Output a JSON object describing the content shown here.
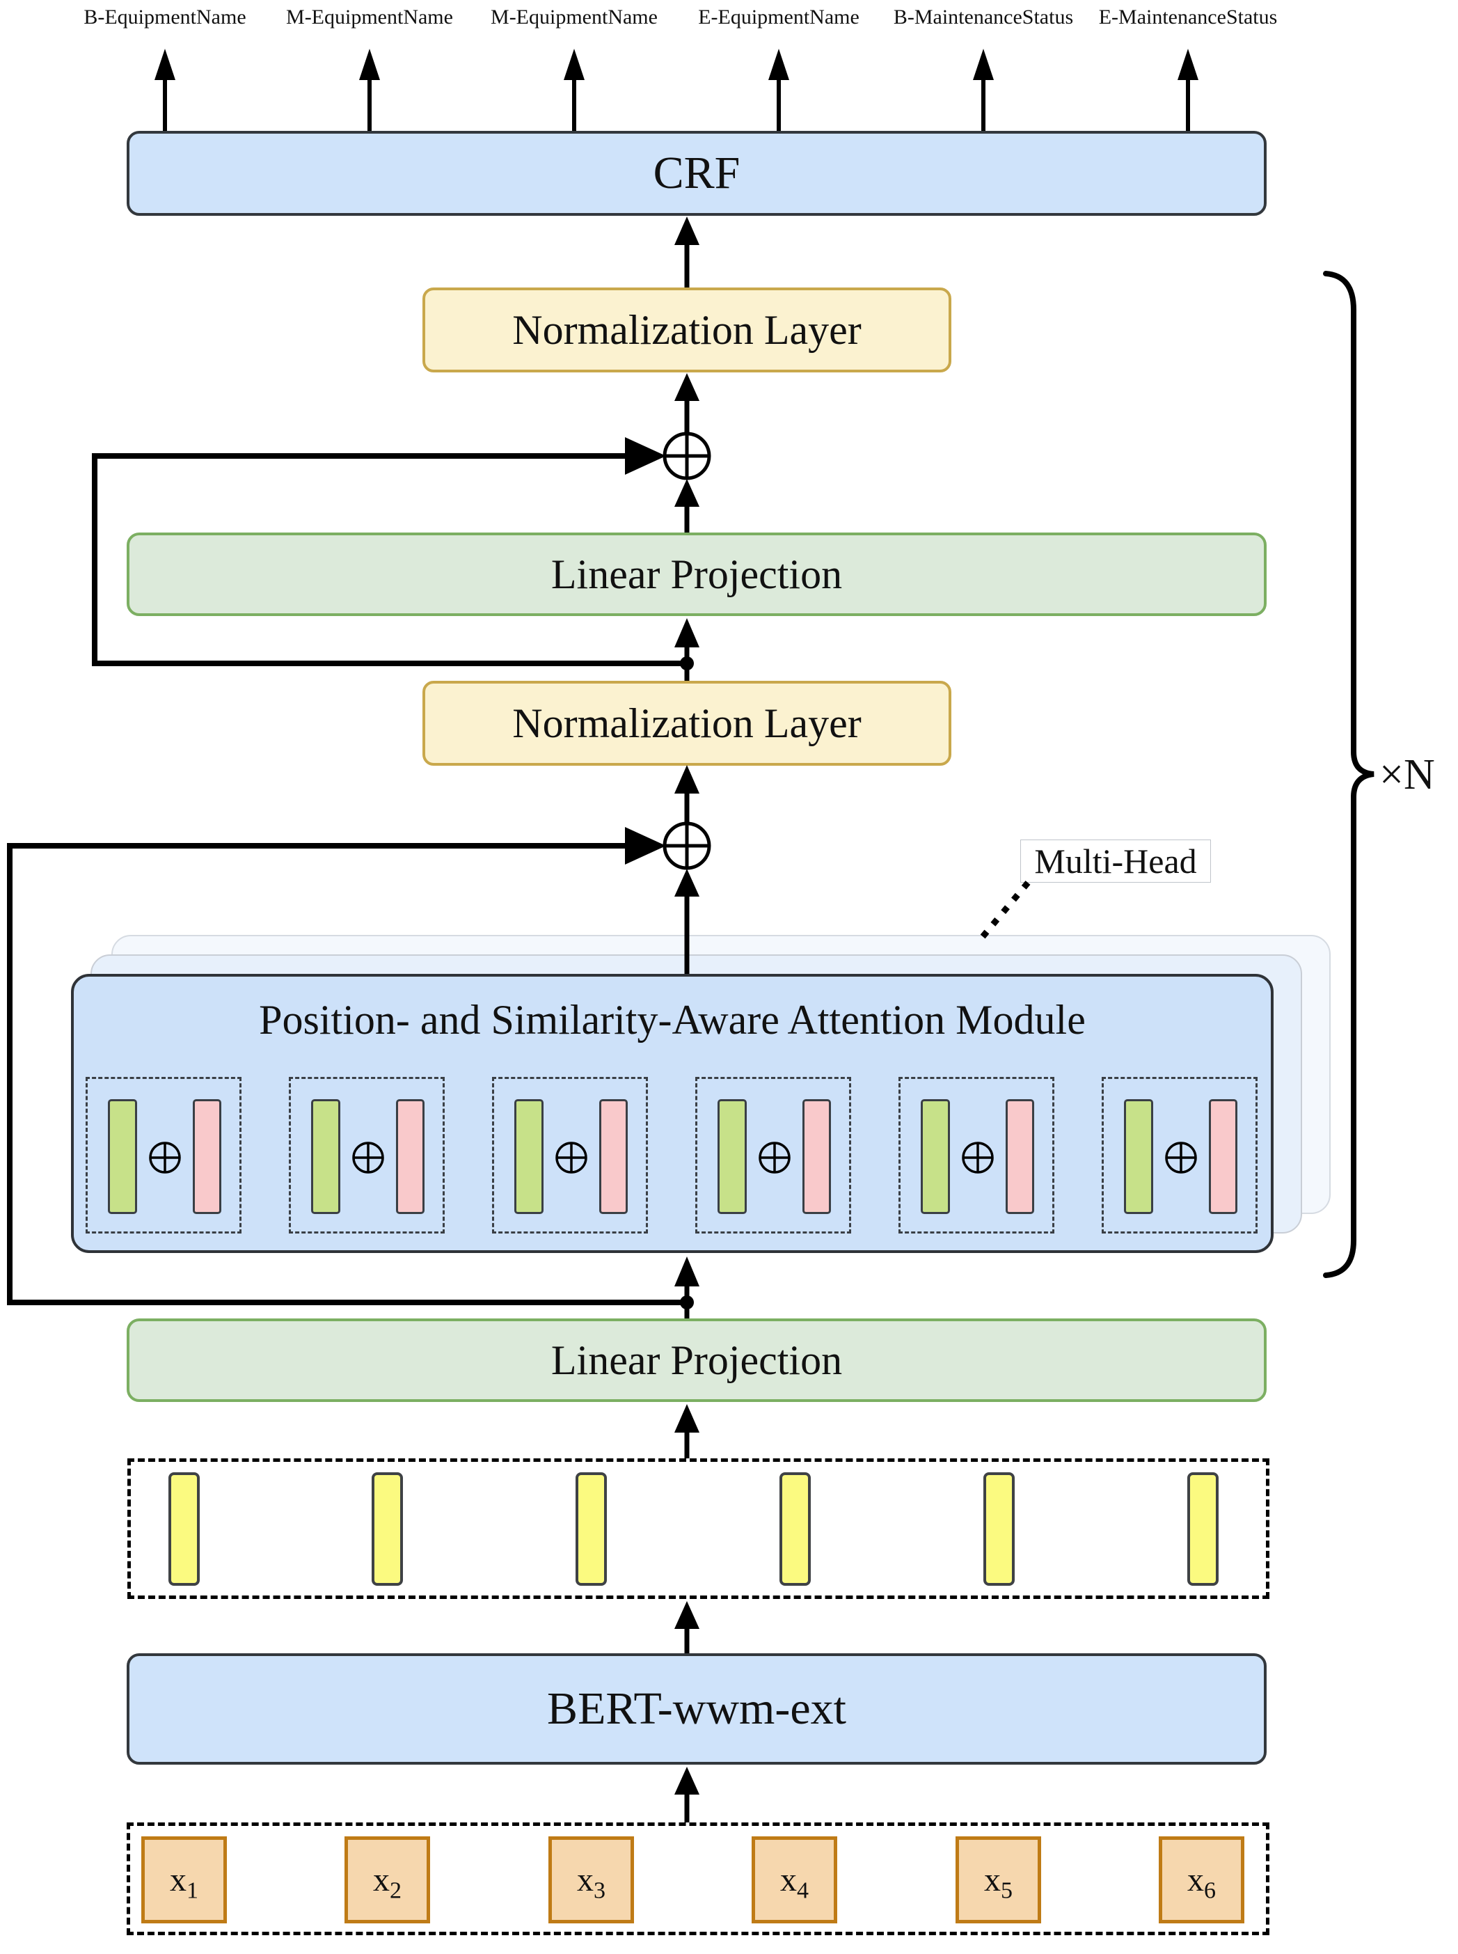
{
  "diagram": {
    "output_tags": [
      {
        "label": "B-EquipmentName"
      },
      {
        "label": "M-EquipmentName"
      },
      {
        "label": "M-EquipmentName"
      },
      {
        "label": "E-EquipmentName"
      },
      {
        "label": "B-MaintenanceStatus"
      },
      {
        "label": "E-MaintenanceStatus"
      }
    ],
    "crf_label": "CRF",
    "norm_layer_label": "Normalization Layer",
    "linear_projection_label": "Linear Projection",
    "attention_module_title": "Position- and Similarity-Aware Attention Module",
    "attention_heads_count": 6,
    "multi_head_label": "Multi-Head",
    "repeat_label": "×N",
    "bert_label": "BERT-wwm-ext",
    "inputs": [
      {
        "base": "x",
        "sub": "1"
      },
      {
        "base": "x",
        "sub": "2"
      },
      {
        "base": "x",
        "sub": "3"
      },
      {
        "base": "x",
        "sub": "4"
      },
      {
        "base": "x",
        "sub": "5"
      },
      {
        "base": "x",
        "sub": "6"
      }
    ],
    "colors": {
      "blue_box_fill": "#CFE3FA",
      "blue_box_border": "#33383D",
      "attention_module_fill": "#CDE1F9",
      "normalization_fill": "#FBF2D0",
      "normalization_border": "#C9A84C",
      "linear_projection_fill": "#DCEADA",
      "linear_projection_border": "#7CAF62",
      "green_bar_fill": "#C7E189",
      "pink_bar_fill": "#F9C9CB",
      "yellow_bar_fill": "#FBFA80",
      "input_box_fill": "#F6D7AE",
      "input_box_border": "#BF7B16",
      "connector": "#000000"
    }
  }
}
